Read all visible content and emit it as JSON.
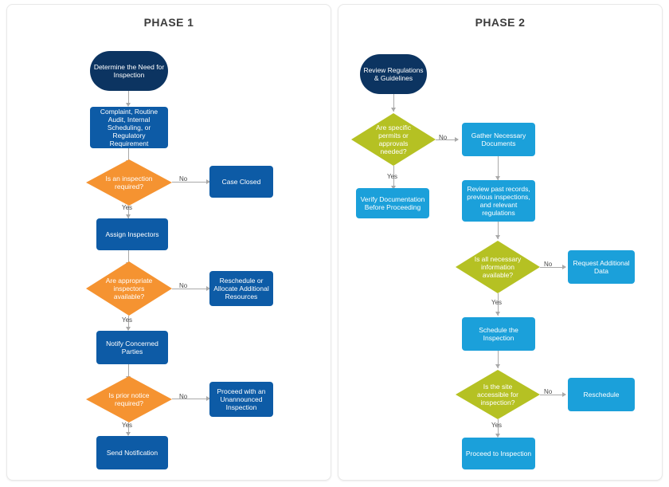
{
  "diagram": {
    "type": "flowchart",
    "background": "#ffffff",
    "colors": {
      "terminator_navy": "#0c3461",
      "process_blue": "#0d5ba6",
      "process_cyan": "#1ba0da",
      "decision_orange": "#f59331",
      "decision_green": "#b5c123",
      "connector_gray": "#a9a9a9",
      "panel_border": "#e8e8e8",
      "title_text": "#3c3c3c",
      "node_text": "#ffffff",
      "edge_label_text": "#4a4a4a"
    }
  },
  "panels": [
    {
      "id": "phase-1",
      "title": "PHASE 1",
      "nodes": [
        {
          "id": "p1-n1",
          "label": "Determine the Need for Inspection",
          "shape": "terminator",
          "color": "#0c3461"
        },
        {
          "id": "p1-n2",
          "label": "Complaint, Routine Audit, Internal Scheduling, or Regulatory Requirement",
          "shape": "process",
          "color": "#0d5ba6"
        },
        {
          "id": "p1-d1",
          "label": "Is an inspection required?",
          "shape": "decision",
          "color": "#f59331"
        },
        {
          "id": "p1-n3",
          "label": "Case Closed",
          "shape": "process",
          "color": "#0d5ba6"
        },
        {
          "id": "p1-n4",
          "label": "Assign Inspectors",
          "shape": "process",
          "color": "#0d5ba6"
        },
        {
          "id": "p1-d2",
          "label": "Are appropriate inspectors available?",
          "shape": "decision",
          "color": "#f59331"
        },
        {
          "id": "p1-n5",
          "label": "Reschedule or Allocate Additional Resources",
          "shape": "process",
          "color": "#0d5ba6"
        },
        {
          "id": "p1-n6",
          "label": "Notify Concerned Parties",
          "shape": "process",
          "color": "#0d5ba6"
        },
        {
          "id": "p1-d3",
          "label": "Is prior notice required?",
          "shape": "decision",
          "color": "#f59331"
        },
        {
          "id": "p1-n7",
          "label": "Proceed with an Unannounced Inspection",
          "shape": "process",
          "color": "#0d5ba6"
        },
        {
          "id": "p1-n8",
          "label": "Send Notification",
          "shape": "process",
          "color": "#0d5ba6"
        }
      ],
      "edge_labels": {
        "d1_no": "No",
        "d1_yes": "Yes",
        "d2_no": "No",
        "d2_yes": "Yes",
        "d3_no": "No",
        "d3_yes": "Yes"
      }
    },
    {
      "id": "phase-2",
      "title": "PHASE 2",
      "nodes": [
        {
          "id": "p2-n1",
          "label": "Review Regulations & Guidelines",
          "shape": "terminator",
          "color": "#0c3461"
        },
        {
          "id": "p2-d1",
          "label": "Are specific permits or approvals needed?",
          "shape": "decision",
          "color": "#b5c123"
        },
        {
          "id": "p2-n2",
          "label": "Gather Necessary Documents",
          "shape": "process",
          "color": "#1ba0da"
        },
        {
          "id": "p2-n3",
          "label": "Verify Documentation Before Proceeding",
          "shape": "process",
          "color": "#1ba0da"
        },
        {
          "id": "p2-n4",
          "label": "Review past records, previous inspections, and relevant regulations",
          "shape": "process",
          "color": "#1ba0da"
        },
        {
          "id": "p2-d2",
          "label": "Is all necessary information available?",
          "shape": "decision",
          "color": "#b5c123"
        },
        {
          "id": "p2-n5",
          "label": "Request Additional Data",
          "shape": "process",
          "color": "#1ba0da"
        },
        {
          "id": "p2-n6",
          "label": "Schedule the Inspection",
          "shape": "process",
          "color": "#1ba0da"
        },
        {
          "id": "p2-d3",
          "label": "Is the site accessible for inspection?",
          "shape": "decision",
          "color": "#b5c123"
        },
        {
          "id": "p2-n7",
          "label": "Reschedule",
          "shape": "process",
          "color": "#1ba0da"
        },
        {
          "id": "p2-n8",
          "label": "Proceed to Inspection",
          "shape": "process",
          "color": "#1ba0da"
        }
      ],
      "edge_labels": {
        "d1_no": "No",
        "d1_yes": "Yes",
        "d2_no": "No",
        "d2_yes": "Yes",
        "d3_no": "No",
        "d3_yes": "Yes"
      }
    }
  ]
}
